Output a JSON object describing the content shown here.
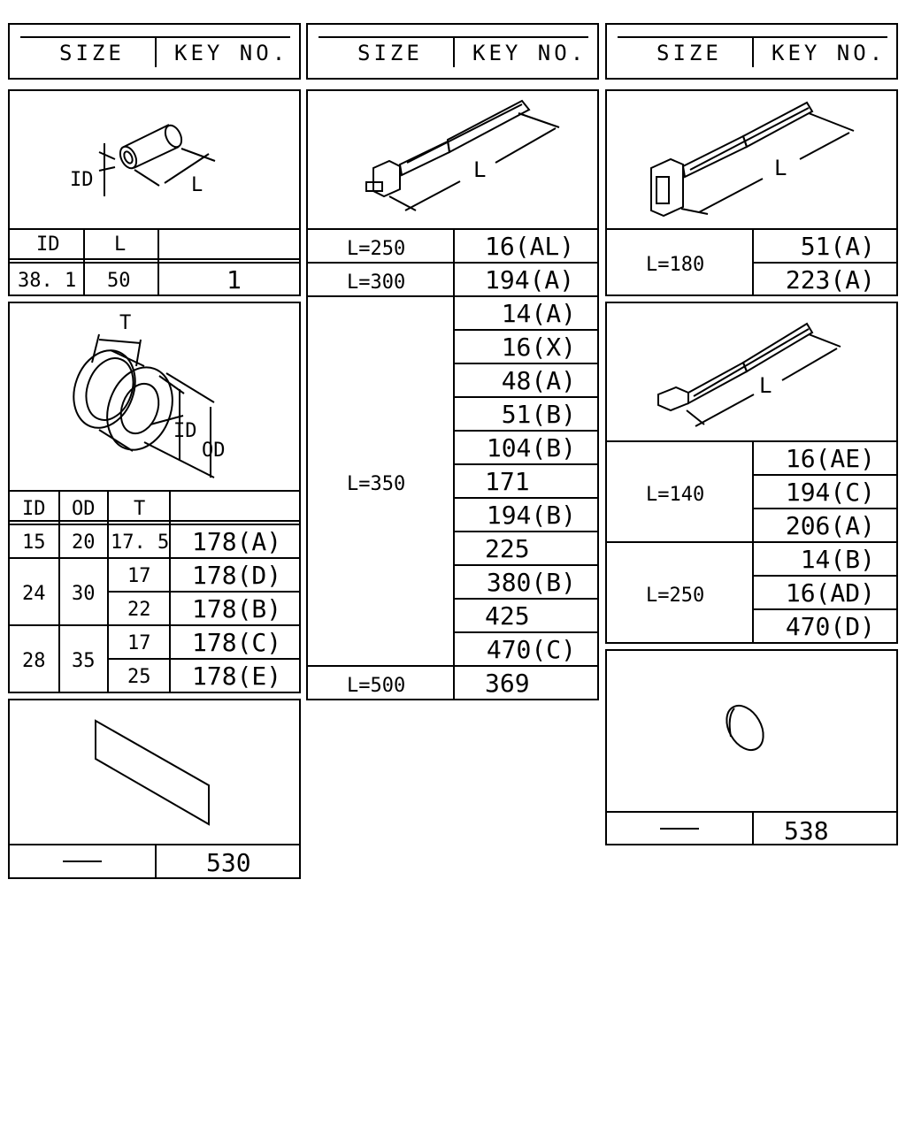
{
  "headers": {
    "size": "SIZE",
    "key_no": "KEY NO."
  },
  "hose": {
    "labels": {
      "id": "ID",
      "l": "L"
    },
    "row": {
      "id": "38. 1",
      "l": "50",
      "key": "1"
    }
  },
  "grommet": {
    "labels": {
      "t": "T",
      "id": "ID",
      "od": "OD"
    },
    "rows": [
      {
        "id": "15",
        "od": "20",
        "t": "17. 5",
        "key": "178(A)"
      },
      {
        "id": "24",
        "od": "30",
        "t": "17",
        "key": "178(D)"
      },
      {
        "t": "22",
        "key": "178(B)"
      },
      {
        "id": "28",
        "od": "35",
        "t": "17",
        "key": "178(C)"
      },
      {
        "t": "25",
        "key": "178(E)"
      }
    ]
  },
  "sheet": {
    "size": "—",
    "key": "530"
  },
  "tie_mid": {
    "label": "L",
    "l250": "L=250",
    "k250": "16(AL)",
    "l300": "L=300",
    "k300": "194(A)",
    "l350": "L=350",
    "k350": [
      "14(A)",
      "16(X)",
      "48(A)",
      "51(B)",
      "104(B)",
      "171",
      "194(B)",
      "225",
      "380(B)",
      "425",
      "470(C)"
    ],
    "l500": "L=500",
    "k500": "369"
  },
  "tie_clip": {
    "label": "L",
    "size": "L=180",
    "keys": [
      "51(A)",
      "223(A)"
    ]
  },
  "tie_plain": {
    "label": "L",
    "l140": "L=140",
    "k140": [
      "16(AE)",
      "194(C)",
      "206(A)"
    ],
    "l250": "L=250",
    "k250": [
      "14(B)",
      "16(AD)",
      "470(D)"
    ]
  },
  "plug": {
    "size": "—",
    "key": "538"
  }
}
